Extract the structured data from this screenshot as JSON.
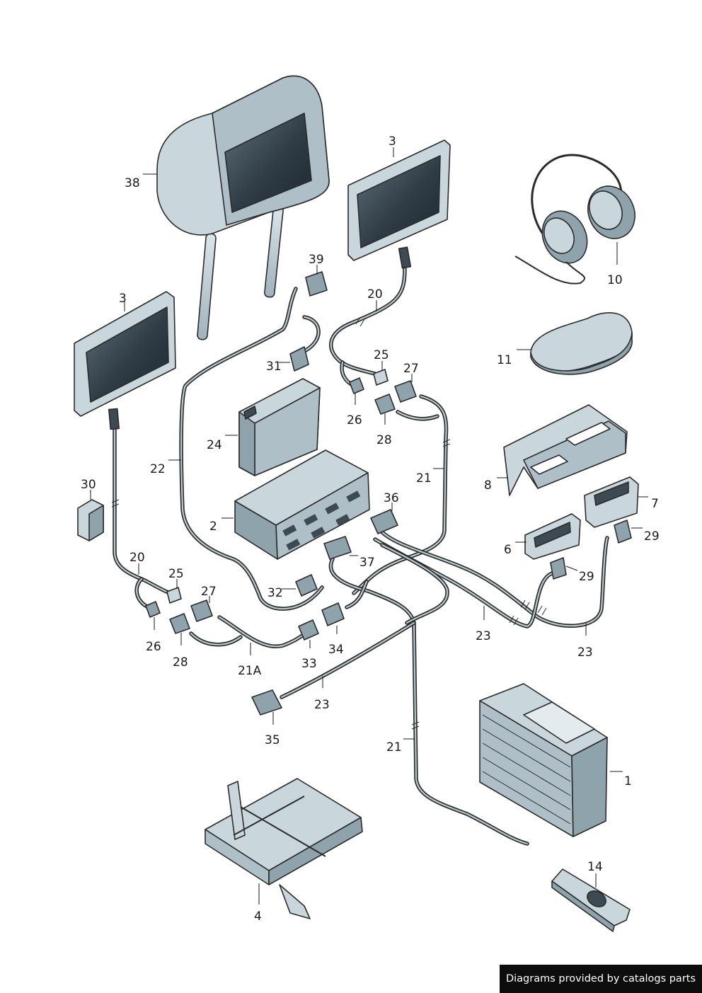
{
  "callouts": [
    {
      "id": "c1",
      "text": "1"
    },
    {
      "id": "c2",
      "text": "2"
    },
    {
      "id": "c3a",
      "text": "3"
    },
    {
      "id": "c3b",
      "text": "3"
    },
    {
      "id": "c4",
      "text": "4"
    },
    {
      "id": "c6",
      "text": "6"
    },
    {
      "id": "c7",
      "text": "7"
    },
    {
      "id": "c8",
      "text": "8"
    },
    {
      "id": "c10",
      "text": "10"
    },
    {
      "id": "c11",
      "text": "11"
    },
    {
      "id": "c14",
      "text": "14"
    },
    {
      "id": "c20a",
      "text": "20"
    },
    {
      "id": "c20b",
      "text": "20"
    },
    {
      "id": "c21a",
      "text": "21"
    },
    {
      "id": "c21b",
      "text": "21"
    },
    {
      "id": "c21A",
      "text": "21A"
    },
    {
      "id": "c22",
      "text": "22"
    },
    {
      "id": "c23a",
      "text": "23"
    },
    {
      "id": "c23b",
      "text": "23"
    },
    {
      "id": "c23c",
      "text": "23"
    },
    {
      "id": "c24",
      "text": "24"
    },
    {
      "id": "c25a",
      "text": "25"
    },
    {
      "id": "c25b",
      "text": "25"
    },
    {
      "id": "c26a",
      "text": "26"
    },
    {
      "id": "c26b",
      "text": "26"
    },
    {
      "id": "c27a",
      "text": "27"
    },
    {
      "id": "c27b",
      "text": "27"
    },
    {
      "id": "c28a",
      "text": "28"
    },
    {
      "id": "c28b",
      "text": "28"
    },
    {
      "id": "c29a",
      "text": "29"
    },
    {
      "id": "c29b",
      "text": "29"
    },
    {
      "id": "c30",
      "text": "30"
    },
    {
      "id": "c31",
      "text": "31"
    },
    {
      "id": "c32",
      "text": "32"
    },
    {
      "id": "c33",
      "text": "33"
    },
    {
      "id": "c34",
      "text": "34"
    },
    {
      "id": "c35",
      "text": "35"
    },
    {
      "id": "c36",
      "text": "36"
    },
    {
      "id": "c37",
      "text": "37"
    },
    {
      "id": "c38",
      "text": "38"
    },
    {
      "id": "c39",
      "text": "39"
    }
  ],
  "credit": "Diagrams provided by catalogs parts",
  "colors": {
    "background": "#ffffff",
    "part_body": "#c9d7dd",
    "part_shade": "#8fa3ad",
    "outline": "#2b2b2b",
    "credit_bg": "#0d0d0d",
    "credit_text": "#ffffff"
  }
}
